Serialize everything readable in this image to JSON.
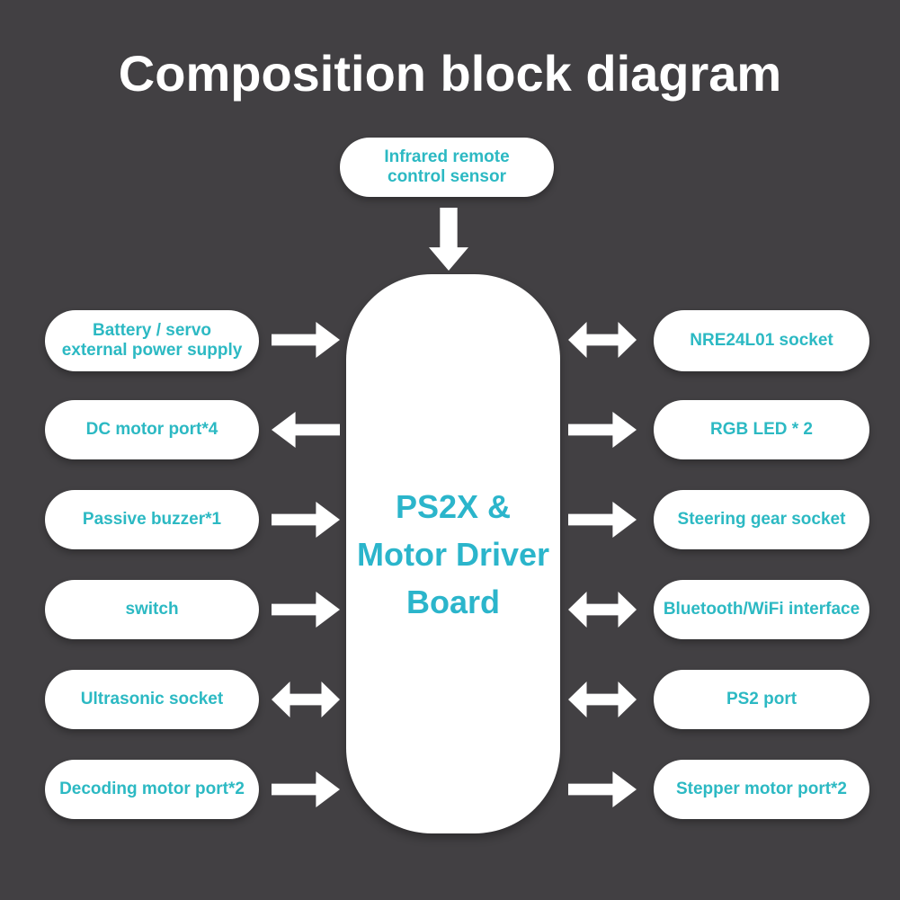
{
  "title": "Composition block diagram",
  "colors": {
    "background": "#424043",
    "pill_bg": "#ffffff",
    "label_color": "#2cb9c3",
    "board_label_color": "#2bb5cb",
    "arrow_color": "#ffffff",
    "title_color": "#ffffff"
  },
  "top_node": {
    "label": "Infrared remote\ncontrol sensor",
    "arrow": "down"
  },
  "board": {
    "lines": [
      "PS2X &",
      "Motor Driver",
      "Board"
    ]
  },
  "left_nodes": [
    {
      "label": "Battery / servo\nexternal power supply",
      "arrow": "right"
    },
    {
      "label": "DC motor port*4",
      "arrow": "left"
    },
    {
      "label": "Passive buzzer*1",
      "arrow": "right"
    },
    {
      "label": "switch",
      "arrow": "right"
    },
    {
      "label": "Ultrasonic socket",
      "arrow": "both"
    },
    {
      "label": "Decoding motor port*2",
      "arrow": "right"
    }
  ],
  "right_nodes": [
    {
      "label": "NRE24L01 socket",
      "arrow": "both"
    },
    {
      "label": "RGB LED * 2",
      "arrow": "right"
    },
    {
      "label": "Steering gear socket",
      "arrow": "right"
    },
    {
      "label": "Bluetooth/WiFi interface",
      "arrow": "both"
    },
    {
      "label": "PS2 port",
      "arrow": "both"
    },
    {
      "label": "Stepper motor port*2",
      "arrow": "right"
    }
  ]
}
